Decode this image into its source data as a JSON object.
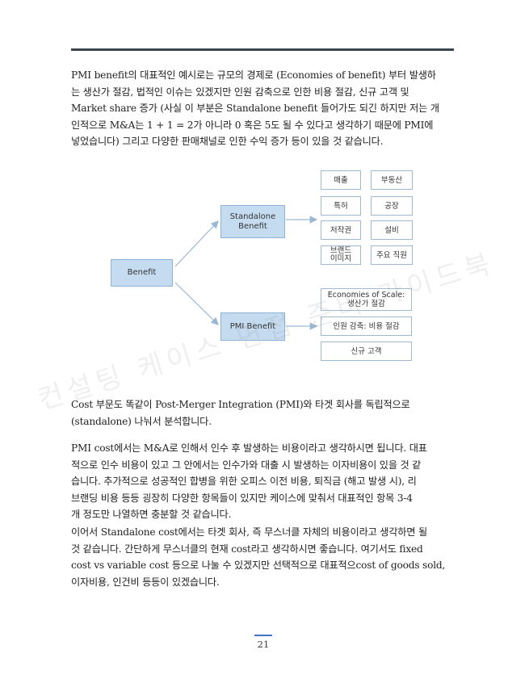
{
  "paragraphs": {
    "pmi_benefit": [
      " PMI benefit의 대표적인 예시로는 규모의 경제로 (Economies of benefit) 부터 발생하",
      "는 생산가 절감, 법적인 이슈는 있겠지만 인원 감축으로 인한 비용 절감, 신규 고객 및",
      "Market share 증가 (사실 이 부분은 Standalone benefit 들어가도 되긴 하지만 저는 개",
      "인적으로 M&A는 1 + 1 = 2가 아니라 0 혹은 5도 될 수 있다고 생각하기 때문에 PMI에",
      "넣었습니다) 그리고 다양한 판매채널로 인한 수익 증가 등이 있을 것 같습니다."
    ],
    "cost_intro": [
      " Cost 부문도 똑같이 Post-Merger Integration (PMI)와 타겟 회사를 독립적으로",
      "(standalone) 나눠서 분석합니다."
    ],
    "pmi_cost": [
      " PMI cost에서는 M&A로 인해서 인수 후 발생하는 비용이라고 생각하시면 됩니다. 대표",
      "적으로 인수 비용이 있고 그 안에서는 인수가와 대출 시 발생하는 이자비용이 있을 것 같",
      "습니다. 추가적으로 성공적인 합병을 위한 오피스 이전 비용, 퇴직금 (해고 발생 시), 리",
      "브랜딩 비용 등등 굉장히 다양한 항목들이 있지만 케이스에 맞춰서 대표적인 항목 3-4",
      "개 정도만 나열하면 충분할 것 같습니다."
    ],
    "standalone_cost": [
      " 이어서 Standalone cost에서는 타겟 회사, 즉 무스너클 자체의 비용이라고 생각하면 될",
      "것 같습니다. 간단하게 무스너클의 현재 cost라고 생각하시면 좋습니다. 여기서도 fixed",
      "cost vs variable cost 등으로 나눌 수 있겠지만 선택적으로 대표적으cost of goods sold,",
      "이자비용, 인건비 등등이 있겠습니다."
    ]
  },
  "diagram": {
    "root": "Benefit",
    "standalone": "Standalone\nBenefit",
    "pmi": "PMI Benefit",
    "standalone_items": [
      "매출",
      "부동산",
      "특허",
      "공장",
      "저작권",
      "설비",
      "브랜드\n이미지",
      "주요 직원"
    ],
    "pmi_items": [
      "Economies of Scale:\n생산가 절감",
      "인원 감축: 비용 절감",
      "신규 고객"
    ]
  },
  "watermark": "컨설팅 케이스 면접 준비 가이드북",
  "page_number": "21",
  "colors": {
    "box_fill": "#c5dcf0",
    "box_border": "#8fb3d6",
    "arrow": "#9ab7d3",
    "rule": "#3d4450"
  }
}
